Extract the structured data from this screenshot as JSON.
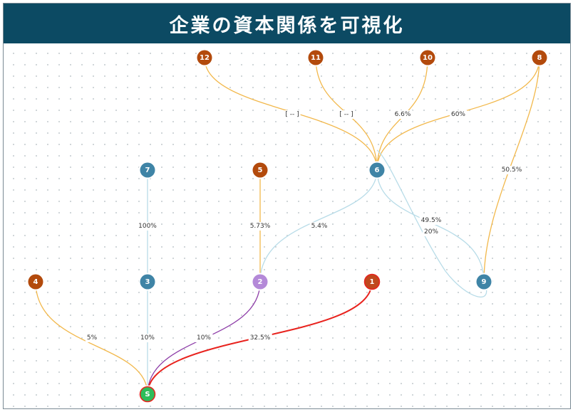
{
  "title": "企業の資本関係を可視化",
  "colors": {
    "banner": "#0c4a63",
    "orange_node": "#b34a0c",
    "teal_node": "#3f84a6",
    "purple_node": "#b489d8",
    "red_node": "#c0471d",
    "green_node": "#2ebd5a",
    "orange_edge": "#f2b84b",
    "lightblue_edge": "#b8dce8",
    "purple_edge": "#8e3ea8",
    "red_edge": "#e8231e"
  },
  "nodes": [
    {
      "id": "12",
      "label": "12",
      "type": "orange"
    },
    {
      "id": "11",
      "label": "11",
      "type": "orange"
    },
    {
      "id": "10",
      "label": "10",
      "type": "orange"
    },
    {
      "id": "8",
      "label": "8",
      "type": "orange"
    },
    {
      "id": "7",
      "label": "7",
      "type": "teal"
    },
    {
      "id": "5",
      "label": "5",
      "type": "orange"
    },
    {
      "id": "6",
      "label": "6",
      "type": "teal"
    },
    {
      "id": "4",
      "label": "4",
      "type": "orange"
    },
    {
      "id": "3",
      "label": "3",
      "type": "teal"
    },
    {
      "id": "2",
      "label": "2",
      "type": "purple"
    },
    {
      "id": "1",
      "label": "1",
      "type": "red"
    },
    {
      "id": "9",
      "label": "9",
      "type": "teal"
    },
    {
      "id": "S",
      "label": "S",
      "type": "green"
    }
  ],
  "edges": [
    {
      "id": "e-12-6",
      "from": "12",
      "to": "6",
      "label": "[ -- ]",
      "color": "orange"
    },
    {
      "id": "e-11-6",
      "from": "11",
      "to": "6",
      "label": "[ -- ]",
      "color": "orange"
    },
    {
      "id": "e-10-6",
      "from": "10",
      "to": "6",
      "label": "6.6%",
      "color": "orange"
    },
    {
      "id": "e-8-6",
      "from": "8",
      "to": "6",
      "label": "60%",
      "color": "orange"
    },
    {
      "id": "e-8-9",
      "from": "8",
      "to": "9",
      "label": "50.5%",
      "color": "orange"
    },
    {
      "id": "e-7-3",
      "from": "7",
      "to": "3",
      "label": "100%",
      "color": "lightblue"
    },
    {
      "id": "e-5-2",
      "from": "5",
      "to": "2",
      "label": "5.73%",
      "color": "orange"
    },
    {
      "id": "e-6-2",
      "from": "6",
      "to": "2",
      "label": "5.4%",
      "color": "lightblue"
    },
    {
      "id": "e-9-6",
      "from": "9",
      "to": "6",
      "label": "49.5%",
      "color": "lightblue"
    },
    {
      "id": "e-6-9",
      "from": "6",
      "to": "9",
      "label": "20%",
      "color": "lightblue"
    },
    {
      "id": "e-4-S",
      "from": "4",
      "to": "S",
      "label": "5%",
      "color": "orange"
    },
    {
      "id": "e-3-S",
      "from": "3",
      "to": "S",
      "label": "10%",
      "color": "lightblue"
    },
    {
      "id": "e-2-S",
      "from": "2",
      "to": "S",
      "label": "10%",
      "color": "purple"
    },
    {
      "id": "e-1-S",
      "from": "1",
      "to": "S",
      "label": "32.5%",
      "color": "red"
    }
  ]
}
